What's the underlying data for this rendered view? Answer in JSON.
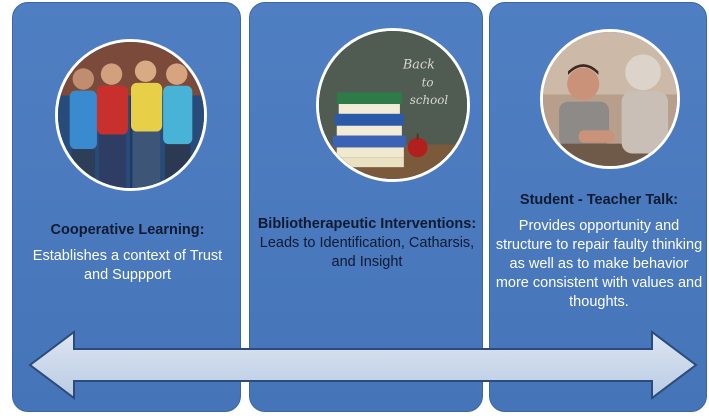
{
  "panels": [
    {
      "title": "Cooperative Learning:",
      "body": "Establishes a context of Trust and Suppport",
      "photo_icon": "students-group-photo"
    },
    {
      "title": "Bibliotherapeutic Interventions:",
      "body": "Leads to Identification, Catharsis, and Insight",
      "photo_icon": "books-chalkboard-photo",
      "chalk_text_1": "Back",
      "chalk_text_2": "to",
      "chalk_text_3": "school"
    },
    {
      "title": "Student - Teacher Talk:",
      "body": "Provides opportunity and structure to repair faulty thinking as well as to make behavior more consistent with values and thoughts.",
      "photo_icon": "student-teacher-photo"
    }
  ],
  "colors": {
    "panel": "#4a79bd",
    "arrow_fill": "#c9d7ea",
    "title_text": "#0e1b33",
    "body_text": "#ffffff"
  },
  "arrow_icon": "double-headed-arrow-icon"
}
